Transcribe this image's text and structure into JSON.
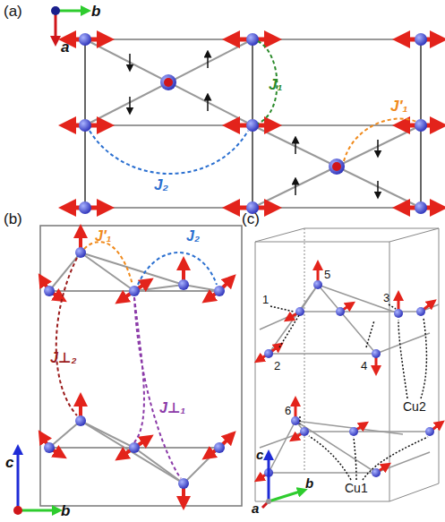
{
  "diagram": {
    "labels": [
      "(a)",
      "b",
      "a",
      "J₁",
      "J′₁",
      "J₂",
      "(b)",
      "J′₁",
      "J₂",
      "J⊥₂",
      "J⊥₁",
      "c",
      "b",
      "(c)",
      "1",
      "5",
      "3",
      "2",
      "4",
      "6",
      "Cu2",
      "Cu1",
      "c",
      "a",
      "b"
    ]
  }
}
